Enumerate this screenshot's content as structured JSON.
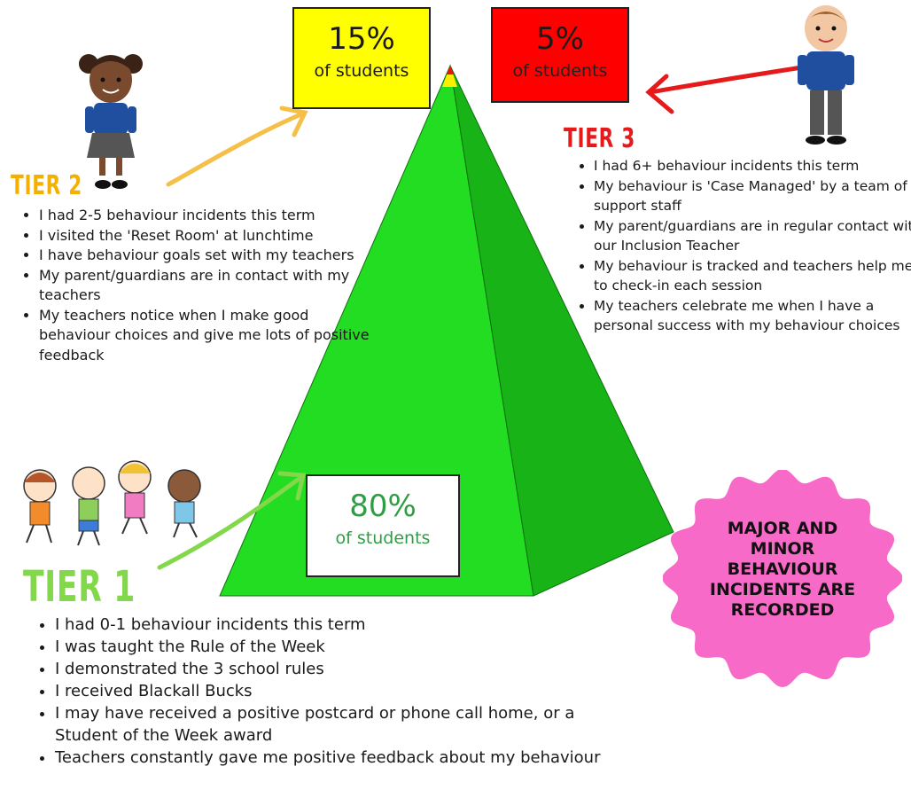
{
  "tiers": {
    "tier1": {
      "title": "TIER 1",
      "percent": "80%",
      "caption": "of students",
      "points": [
        "I had 0-1 behaviour incidents this term",
        "I was taught the Rule of the Week",
        "I demonstrated the 3 school rules",
        "I received Blackall Bucks",
        "I may have received a positive postcard or phone call home, or a Student of the Week award",
        "Teachers constantly gave me positive feedback about my behaviour"
      ]
    },
    "tier2": {
      "title": "TIER 2",
      "percent": "15%",
      "caption": "of students",
      "points": [
        "I had 2-5 behaviour incidents this term",
        "I visited the 'Reset Room' at lunchtime",
        "I have behaviour goals set with my teachers",
        "My parent/guardians are in contact with my teachers",
        "My teachers notice when I make good behaviour choices and give me lots of positive feedback"
      ]
    },
    "tier3": {
      "title": "TIER 3",
      "percent": "5%",
      "caption": "of students",
      "points": [
        "I had 6+ behaviour incidents this term",
        "My behaviour is 'Case Managed' by a team of support staff",
        "My parent/guardians are in regular contact with our Inclusion Teacher",
        "My behaviour is tracked and teachers help me to check-in each session",
        "My teachers celebrate me when I have a personal success with my behaviour choices"
      ]
    }
  },
  "badge": {
    "text": "MAJOR AND\nMINOR\nBEHAVIOUR\nINCIDENTS  ARE\nRECORDED"
  },
  "colors": {
    "pyramid_front": "#22dd22",
    "pyramid_side": "#17b317",
    "tier2_accent": "#f4b000",
    "tier3_accent": "#e51b1b",
    "tier1_accent": "#82d84a",
    "badge_fill": "#f76ac8"
  }
}
